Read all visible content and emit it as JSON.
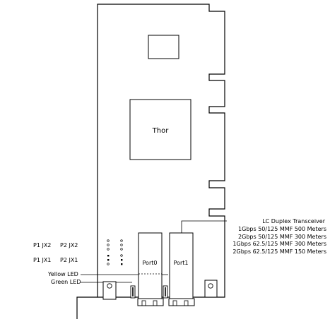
{
  "diagram": {
    "chip_label": "Thor",
    "port0_label": "Port0",
    "port1_label": "Port1",
    "jumper_labels": {
      "p1_jx2": "P1 JX2",
      "p2_jx2": "P2 JX2",
      "p1_jx1": "P1 JX1",
      "p2_jx1": "P2 JX1"
    },
    "led_labels": {
      "yellow": "Yellow LED",
      "green": "Green LED"
    },
    "transceiver": {
      "title": "LC Duplex Transceiver",
      "specs": [
        "1Gbps 50/125  MMF 500  Meters",
        "2Gbps  50/125  MMF 300  Meters",
        "1Gbps  62.5/125  MMF 300  Meters",
        "2Gbps  62.5/125  MMF 150  Meters"
      ]
    }
  }
}
